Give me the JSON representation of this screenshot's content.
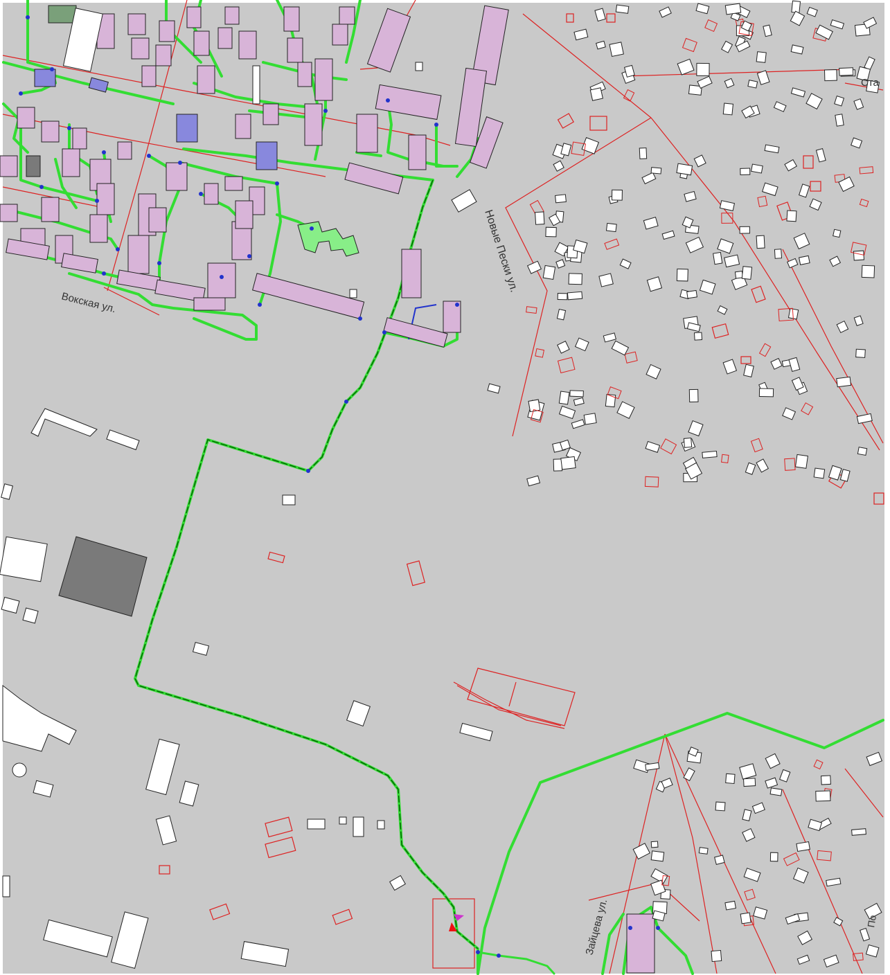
{
  "colors": {
    "background": "#c9c9c9",
    "frame": "#ffffff",
    "pipe_main": "#33dd33",
    "pipe_dark": "#005500",
    "boundary": "#dd2222",
    "building_fill": "#ffffff",
    "building_stroke": "#222222",
    "residential_fill": "#d8b4d8",
    "highlight_fill": "#8888dd",
    "green_building": "#88ee88",
    "grey_block": "#7a7a7a",
    "blue_line": "#2233cc"
  },
  "street_labels": {
    "vokskaya": "Вокская ул.",
    "novye_peski": "Новые Пески ул.",
    "zaitseva": "Зайцева ул.",
    "sta": "Ста",
    "po": "По"
  }
}
